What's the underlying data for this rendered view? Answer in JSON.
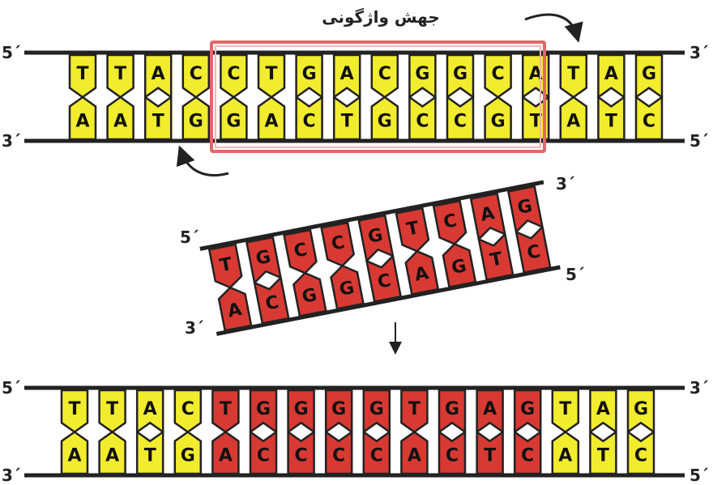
{
  "title": "جهش واژگونی",
  "colors": {
    "normal_base": "#f2ec2e",
    "inverted_base": "#d83a33",
    "strand": "#222222",
    "highlight": "#e0686a",
    "text": "#111111"
  },
  "labels": {
    "five_prime": "5´",
    "three_prime": "3´"
  },
  "top_molecule": {
    "top_strand": [
      "T",
      "T",
      "A",
      "C",
      "C",
      "T",
      "G",
      "A",
      "C",
      "G",
      "G",
      "C",
      "A",
      "T",
      "A",
      "G"
    ],
    "bottom_strand": [
      "A",
      "A",
      "T",
      "G",
      "G",
      "A",
      "C",
      "T",
      "G",
      "C",
      "C",
      "G",
      "T",
      "A",
      "T",
      "C"
    ],
    "highlighted_range": [
      4,
      12
    ]
  },
  "middle_segment": {
    "top_strand": [
      "T",
      "G",
      "C",
      "C",
      "G",
      "T",
      "C",
      "A",
      "G"
    ],
    "bottom_strand": [
      "A",
      "C",
      "G",
      "G",
      "C",
      "A",
      "G",
      "T",
      "C"
    ]
  },
  "bottom_molecule": {
    "top_strand": [
      "T",
      "T",
      "A",
      "C",
      "T",
      "G",
      "G",
      "G",
      "G",
      "T",
      "G",
      "A",
      "G",
      "T",
      "A",
      "G"
    ],
    "bottom_strand": [
      "A",
      "A",
      "T",
      "G",
      "A",
      "C",
      "C",
      "C",
      "C",
      "A",
      "C",
      "T",
      "C",
      "A",
      "T",
      "C"
    ],
    "inverted_range": [
      4,
      12
    ]
  },
  "icons": [
    "rotation-arrow-icon",
    "down-arrow-icon"
  ]
}
